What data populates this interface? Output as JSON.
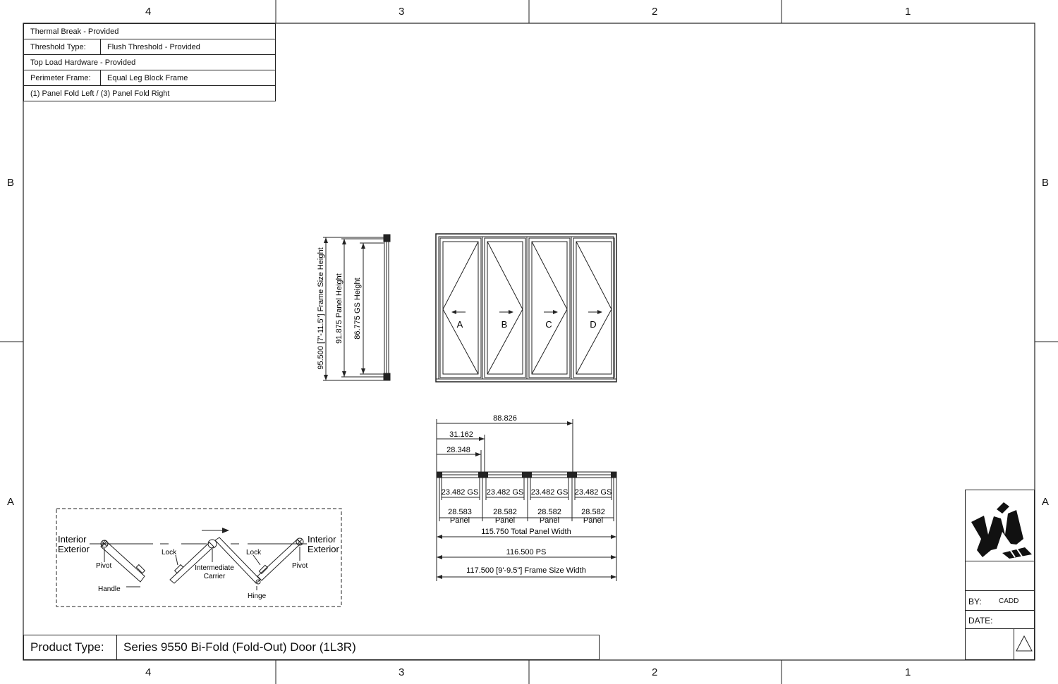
{
  "border": {
    "top_zones": [
      "4",
      "3",
      "2",
      "1"
    ],
    "bottom_zones": [
      "4",
      "3",
      "2",
      "1"
    ],
    "left_zones": [
      "B",
      "A"
    ],
    "right_zones": [
      "B",
      "A"
    ]
  },
  "specs": {
    "thermal_break": "Thermal Break - Provided",
    "threshold_label": "Threshold Type:",
    "threshold_value": "Flush Threshold - Provided",
    "top_load": "Top Load Hardware - Provided",
    "frame_label": "Perimeter Frame:",
    "frame_value": "Equal Leg Block Frame",
    "fold": "(1) Panel Fold Left / (3) Panel Fold Right"
  },
  "side_section": {
    "frame_size_height": "95.500 [7'-11.5\"] Frame Size Height",
    "panel_height": "91.875 Panel Height",
    "gs_height": "86.775 GS Height"
  },
  "elevation": {
    "panels": [
      "A",
      "B",
      "C",
      "D"
    ]
  },
  "plan": {
    "dims_top": [
      "88.826",
      "31.162",
      "28.348"
    ],
    "gs_labels": [
      "23.482 GS",
      "23.482 GS",
      "23.482 GS",
      "23.482 GS"
    ],
    "panel_widths": [
      "28.583",
      "28.582",
      "28.582",
      "28.582"
    ],
    "panel_word": "Panel",
    "total_panel_width": "115.750 Total Panel Width",
    "ps": "116.500 PS",
    "frame_size_width": "117.500 [9'-9.5\"] Frame Size Width"
  },
  "legend": {
    "interior_left": "Interior",
    "exterior_left": "Exterior",
    "interior_right": "Interior",
    "exterior_right": "Exterior",
    "pivot_left": "Pivot",
    "handle": "Handle",
    "lock_left": "Lock",
    "intermediate": "Intermediate",
    "carrier": "Carrier",
    "lock_right": "Lock",
    "hinge": "Hinge",
    "pivot_right": "Pivot"
  },
  "product": {
    "label": "Product Type:",
    "value": "Series 9550 Bi-Fold (Fold-Out) Door (1L3R)"
  },
  "title_block": {
    "by_label": "BY:",
    "by_value": "CADD",
    "date_label": "DATE:"
  }
}
